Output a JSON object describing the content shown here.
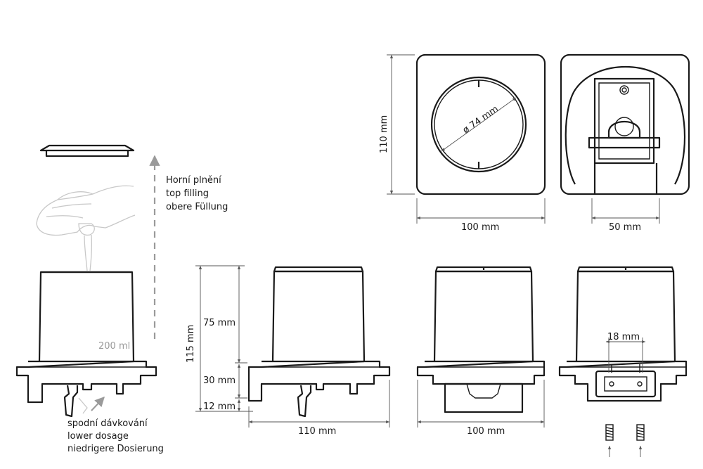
{
  "labels": {
    "top_filling_cz": "Horní plnění",
    "top_filling_en": "top filling",
    "top_filling_de": "obere Füllung",
    "lower_dosage_cz": "spodní dávkování",
    "lower_dosage_en": "lower dosage",
    "lower_dosage_de": "niedrigere Dosierung",
    "capacity": "200 ml"
  },
  "dimensions": {
    "top_height": "110 mm",
    "top_opening_diameter": "ø 74 mm",
    "top_width": "100 mm",
    "rear_width": "50 mm",
    "total_height": "115 mm",
    "container_height": "75 mm",
    "base_height": "30 mm",
    "pump_height": "12 mm",
    "side_depth": "110 mm",
    "front_width": "100 mm",
    "mount_width": "18 mm"
  },
  "colors": {
    "line": "#1a1a1a",
    "hand": "#c8c8c8",
    "muted": "#9a9a9a"
  }
}
